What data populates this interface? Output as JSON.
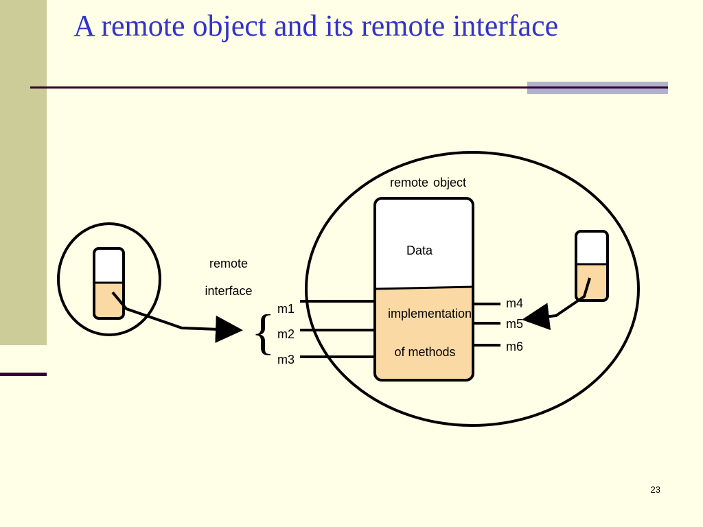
{
  "slide": {
    "title": "A remote object and its remote interface",
    "page_number": "23"
  },
  "diagram": {
    "remote_object_label_part1": "remote",
    "remote_object_label_part2": "object",
    "data_label": "Data",
    "impl_label_1": "implementation",
    "impl_label_2": "of methods",
    "remote_interface_label_1": "remote",
    "remote_interface_label_2": "interface",
    "interface_brace": "{",
    "methods_left": [
      "m1",
      "m2",
      "m3"
    ],
    "methods_right": [
      "m4",
      "m5",
      "m6"
    ]
  },
  "colors": {
    "title": "#3333CC",
    "background": "#FFFEE6",
    "side_band": "#CCCC99",
    "rule": "#330033",
    "implementation_fill": "#FBD9A4"
  }
}
